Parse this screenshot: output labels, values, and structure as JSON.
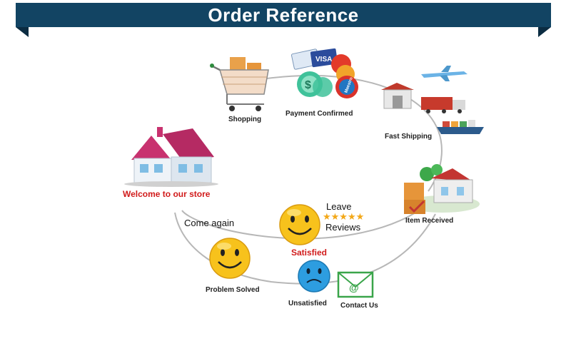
{
  "banner": {
    "title": "Order Reference"
  },
  "steps": {
    "shopping": "Shopping",
    "payment": "Payment Confirmed",
    "shipping": "Fast Shipping",
    "received": "Item Received",
    "welcome": "Welcome to our store",
    "come_again": "Come again",
    "leave": "Leave",
    "reviews": "Reviews",
    "satisfied": "Satisfied",
    "problem_solved": "Problem Solved",
    "unsatisfied": "Unsatisfied",
    "contact_us": "Contact Us"
  },
  "cards": {
    "visa": "VISA",
    "maestro": "Maestro"
  },
  "stars_count": 5,
  "colors": {
    "banner": "#124463",
    "accent_red": "#d11b1b",
    "smiley": "#f7c21c",
    "sad": "#2d9de0",
    "mail": "#3aa54a"
  }
}
